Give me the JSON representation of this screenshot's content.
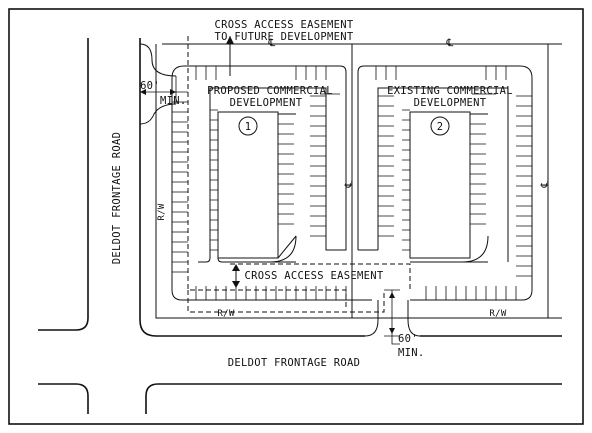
{
  "labels": {
    "cross_access_top_line1": "CROSS ACCESS EASEMENT",
    "cross_access_top_line2": "TO FUTURE DEVELOPMENT",
    "proposed_line1": "PROPOSED COMMERCIAL",
    "proposed_line2": "DEVELOPMENT",
    "existing_line1": "EXISTING COMMERCIAL",
    "existing_line2": "DEVELOPMENT",
    "parcel_1": "1",
    "parcel_2": "2",
    "cross_access_mid": "CROSS ACCESS EASEMENT",
    "dim_60_top": "60'",
    "dim_min_top": "MIN.",
    "dim_60_bottom": "60'",
    "dim_min_bottom": "MIN.",
    "row_left": "R/W",
    "row_bottom_left": "R/W",
    "row_bottom_right": "R/W",
    "road_vertical": "DELDOT FRONTAGE ROAD",
    "road_horizontal": "DELDOT FRONTAGE ROAD",
    "property_line_symbol": "℄"
  },
  "colors": {
    "ink": "#111111",
    "paper": "#ffffff"
  }
}
